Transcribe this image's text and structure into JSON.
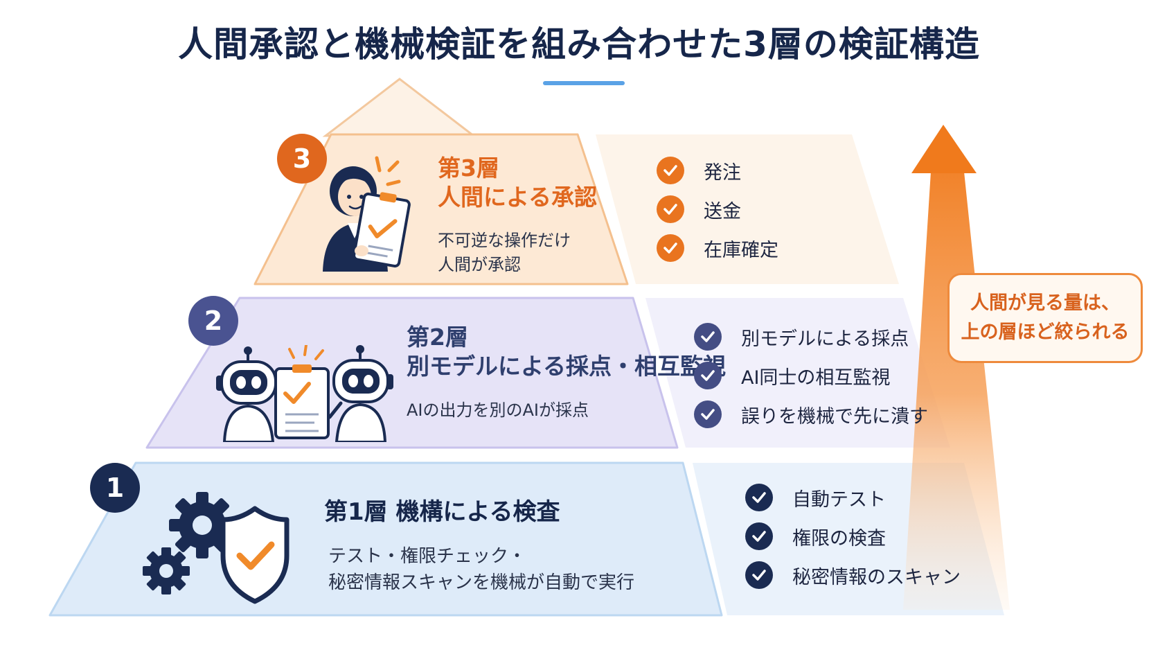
{
  "title": "人間承認と機械検証を組み合わせた3層の検証構造",
  "colors": {
    "navy": "#1a2b52",
    "orange": "#e0671e",
    "purple": "#4a5391",
    "layer3_fill": "#fde9d5",
    "layer2_fill": "#e6e3f7",
    "layer1_fill": "#deebf9"
  },
  "layers": [
    {
      "number": "3",
      "heading_line1": "第3層",
      "heading_line2": "人間による承認",
      "desc_line1": "不可逆な操作だけ",
      "desc_line2": "人間が承認",
      "icon": "person-with-clipboard-icon",
      "items": [
        "発注",
        "送金",
        "在庫確定"
      ]
    },
    {
      "number": "2",
      "heading_line1": "第2層",
      "heading_line2": "別モデルによる採点・相互監視",
      "desc_line1": "AIの出力を別のAIが採点",
      "icon": "robots-with-clipboard-icon",
      "items": [
        "別モデルによる採点",
        "AI同士の相互監視",
        "誤りを機械で先に潰す"
      ]
    },
    {
      "number": "1",
      "heading_line1": "第1層 機構による検査",
      "desc_line1": "テスト・権限チェック・",
      "desc_line2": "秘密情報スキャンを機械が自動で実行",
      "icon": "gears-and-shield-icon",
      "items": [
        "自動テスト",
        "権限の検査",
        "秘密情報のスキャン"
      ]
    }
  ],
  "note": {
    "line1": "人間が見る量は、",
    "line2": "上の層ほど絞られる"
  }
}
